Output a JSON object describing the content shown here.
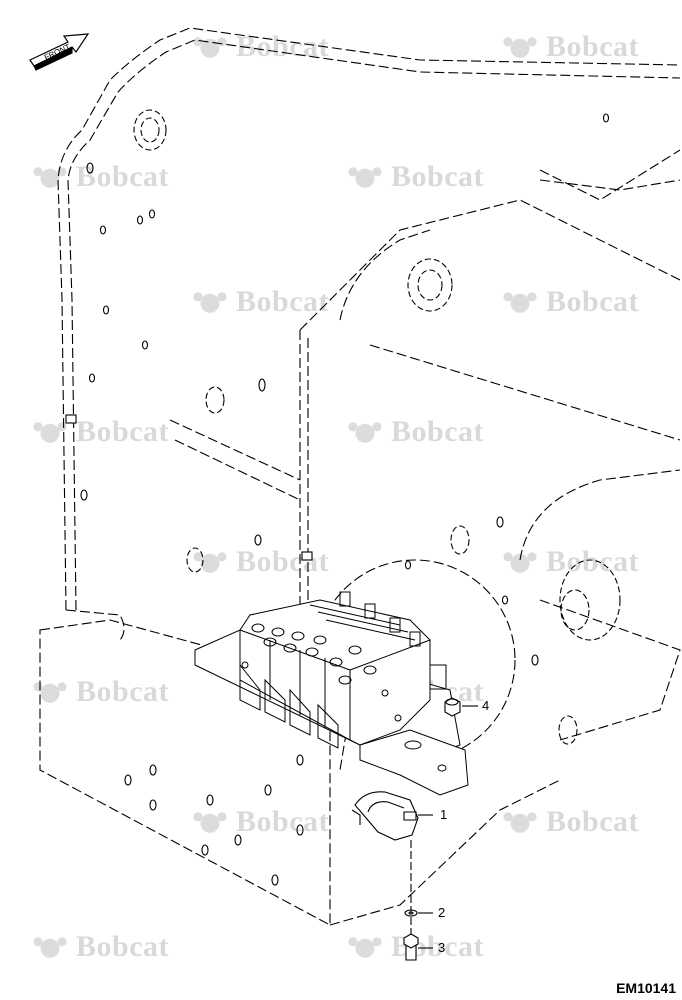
{
  "diagram": {
    "orientation_label": "FRONT",
    "watermark_text": "Bobcat",
    "drawing_code": "EM10141",
    "callouts": [
      {
        "id": "callout-1",
        "label": "1"
      },
      {
        "id": "callout-2",
        "label": "2"
      },
      {
        "id": "callout-3",
        "label": "3"
      },
      {
        "id": "callout-4",
        "label": "4"
      }
    ],
    "colors": {
      "line": "#000000",
      "watermark": "#d9d9d9"
    }
  }
}
